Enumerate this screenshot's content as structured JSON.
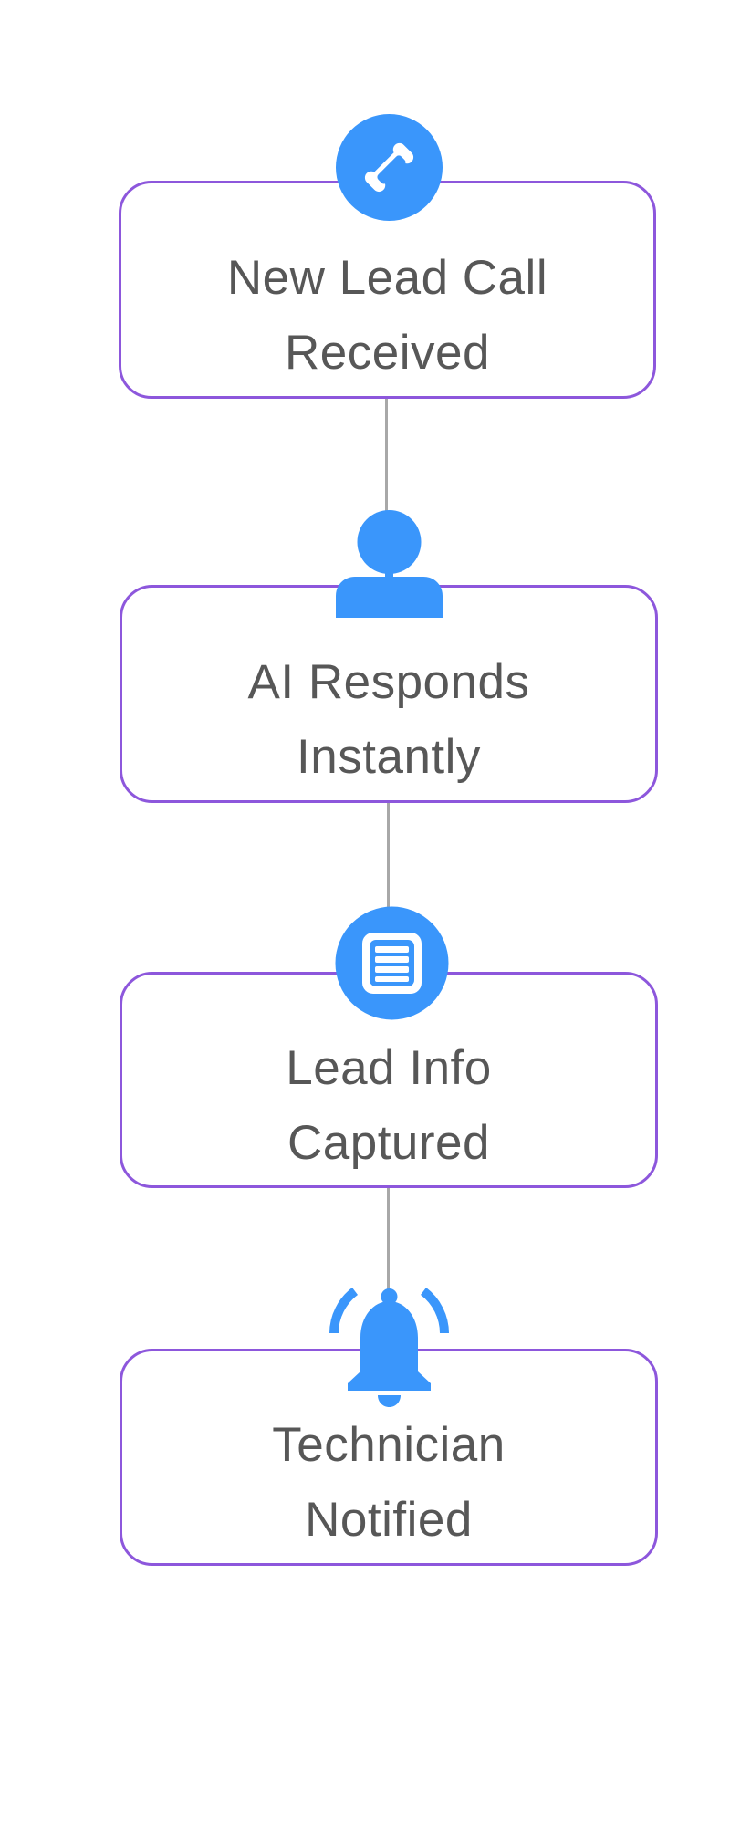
{
  "flow": {
    "accent_color": "#3a96fb",
    "border_color": "#8d57dc",
    "connector_color": "#a8a8a8",
    "text_color": "#575757",
    "steps": [
      {
        "icon": "phone-icon",
        "line1": "New Lead Call",
        "line2": "Received"
      },
      {
        "icon": "user-icon",
        "line1": "AI Responds",
        "line2": "Instantly"
      },
      {
        "icon": "document-icon",
        "line1": "Lead Info",
        "line2": "Captured"
      },
      {
        "icon": "bell-icon",
        "line1": "Technician",
        "line2": "Notified"
      }
    ]
  }
}
